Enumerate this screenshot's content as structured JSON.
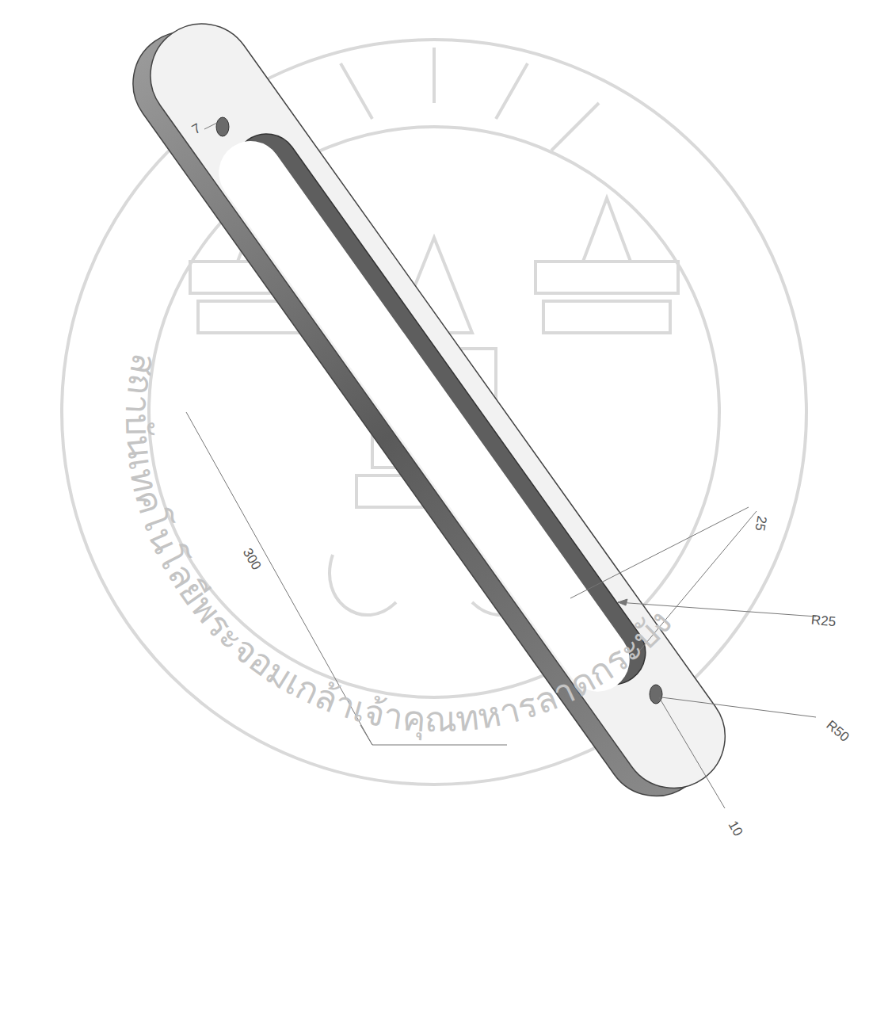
{
  "diagram": {
    "labels": [
      "7",
      "300",
      "25",
      "R25",
      "R50",
      "10",
      "สถาบันเทคโนโลยีพระจอมเกล้าเจ้าคุณทหารลาดกระบัง"
    ]
  }
}
